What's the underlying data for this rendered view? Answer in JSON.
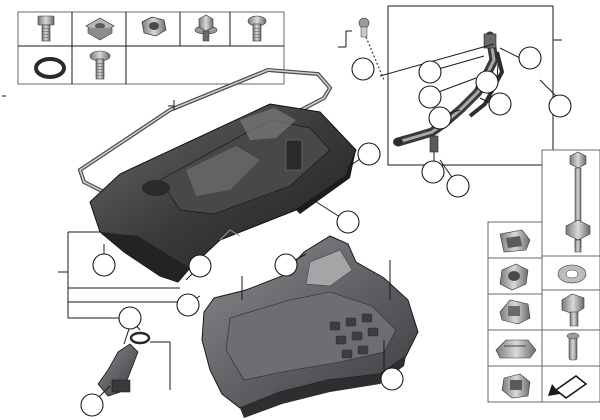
{
  "diagram": {
    "description_hidden": "",
    "callout_count": 20,
    "hardware_table_top": [
      "bolt",
      "cage-nut",
      "hex-nut",
      "screw-washer",
      "torx-screw",
      "o-ring",
      "oval-screw"
    ],
    "hardware_table_side": [
      "clip",
      "clamp",
      "push-nut",
      "spring-clip",
      "cable-clip",
      "edge-clip",
      "long-bolt",
      "stud-bolt",
      "flat-washer",
      "hex-screw",
      "pin"
    ],
    "colors": {
      "part_dark": "#2e2e30",
      "part_mid": "#57575a",
      "part_light": "#9a9a9d",
      "line": "#1a1a1a",
      "box_border": "#6a6a6a",
      "gasket": "#bdbdbd"
    }
  }
}
